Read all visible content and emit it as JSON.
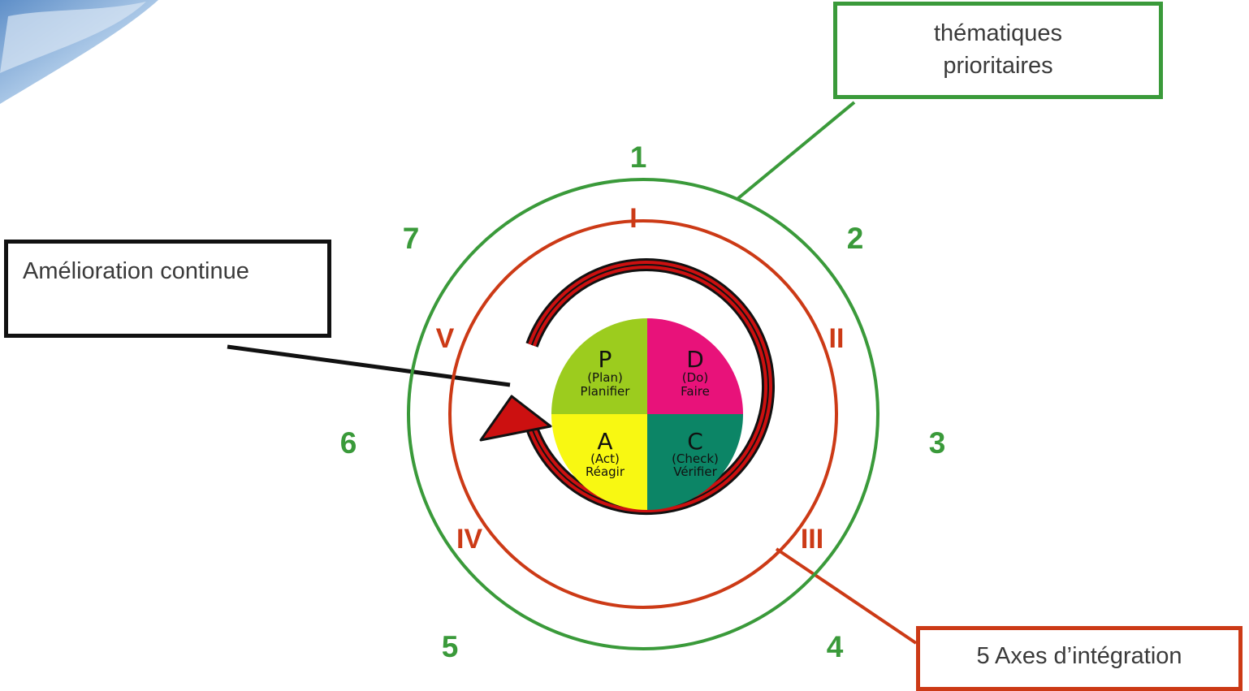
{
  "labels": {
    "themes_line1": "thématiques",
    "themes_line2": "prioritaires",
    "improvement": "Amélioration continue",
    "axes": "5 Axes d’intégration"
  },
  "outer_ring_numbers": [
    "1",
    "2",
    "3",
    "4",
    "5",
    "6",
    "7"
  ],
  "inner_ring_numerals": [
    "I",
    "II",
    "III",
    "IV",
    "V"
  ],
  "pdca": {
    "plan": {
      "letter": "P",
      "en": "(Plan)",
      "fr": "Planifier",
      "color": "#9ccc1e"
    },
    "do": {
      "letter": "D",
      "en": "(Do)",
      "fr": "Faire",
      "color": "#e8127a"
    },
    "act": {
      "letter": "A",
      "en": "(Act)",
      "fr": "Réagir",
      "color": "#f8f812"
    },
    "check": {
      "letter": "C",
      "en": "(Check)",
      "fr": "Vérifier",
      "color": "#0c8566"
    }
  },
  "colors": {
    "outer_ring": "#3a9a3a",
    "inner_ring": "#cc3a16",
    "arrow": "#cc1010",
    "arrow_border": "#111111"
  }
}
